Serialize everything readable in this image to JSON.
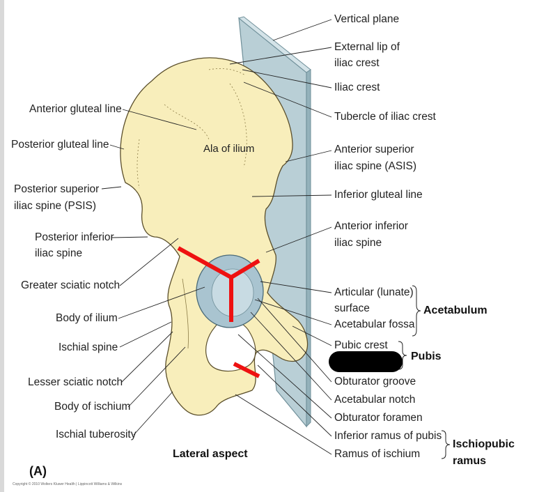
{
  "labels_left": {
    "anterior_gluteal_line": "Anterior gluteal line",
    "posterior_gluteal_line": "Posterior gluteal line",
    "psis_1": "Posterior superior",
    "psis_2": "iliac spine  (PSIS)",
    "pi_spine_1": "Posterior inferior",
    "pi_spine_2": "iliac spine",
    "greater_sciatic_notch": "Greater sciatic notch",
    "body_of_ilium": "Body of ilium",
    "ischial_spine": "Ischial spine",
    "lesser_sciatic_notch": "Lesser sciatic notch",
    "body_of_ischium": "Body of ischium",
    "ischial_tuberosity": "Ischial tuberosity"
  },
  "labels_right": {
    "vertical_plane": "Vertical plane",
    "external_lip_1": "External lip of",
    "external_lip_2": "iliac crest",
    "iliac_crest": "Iliac crest",
    "tubercle": "Tubercle of iliac crest",
    "asis_1": "Anterior superior",
    "asis_2": "iliac spine (ASIS)",
    "inferior_gluteal_line": "Inferior gluteal line",
    "aiis_1": "Anterior inferior",
    "aiis_2": "iliac spine",
    "articular_1": "Articular (lunate)",
    "articular_2": "surface",
    "acetabular_fossa": "Acetabular fossa",
    "pubic_crest": "Pubic crest",
    "obturator_groove": "Obturator groove",
    "acetabular_notch": "Acetabular notch",
    "obturator_foramen": "Obturator foramen",
    "inferior_ramus_pubis": "Inferior ramus of pubis",
    "ramus_ischium": "Ramus of ischium"
  },
  "groups": {
    "acetabulum": "Acetabulum",
    "pubis": "Pubis",
    "ischiopubic_1": "Ischiopubic",
    "ischiopubic_2": "ramus"
  },
  "center": {
    "ala_of_ilium": "Ala of ilium",
    "lateral_aspect": "Lateral aspect",
    "panel_letter": "(A)"
  },
  "copyright": "Copyright © 2010 Wolters Kluwer Health | Lippincott Williams & Wilkins",
  "colors": {
    "bone": "#f8eebb",
    "acetabulum": "#a9c4d0",
    "plane": "#b9cfd6",
    "annotation_red": "#ee1111"
  }
}
